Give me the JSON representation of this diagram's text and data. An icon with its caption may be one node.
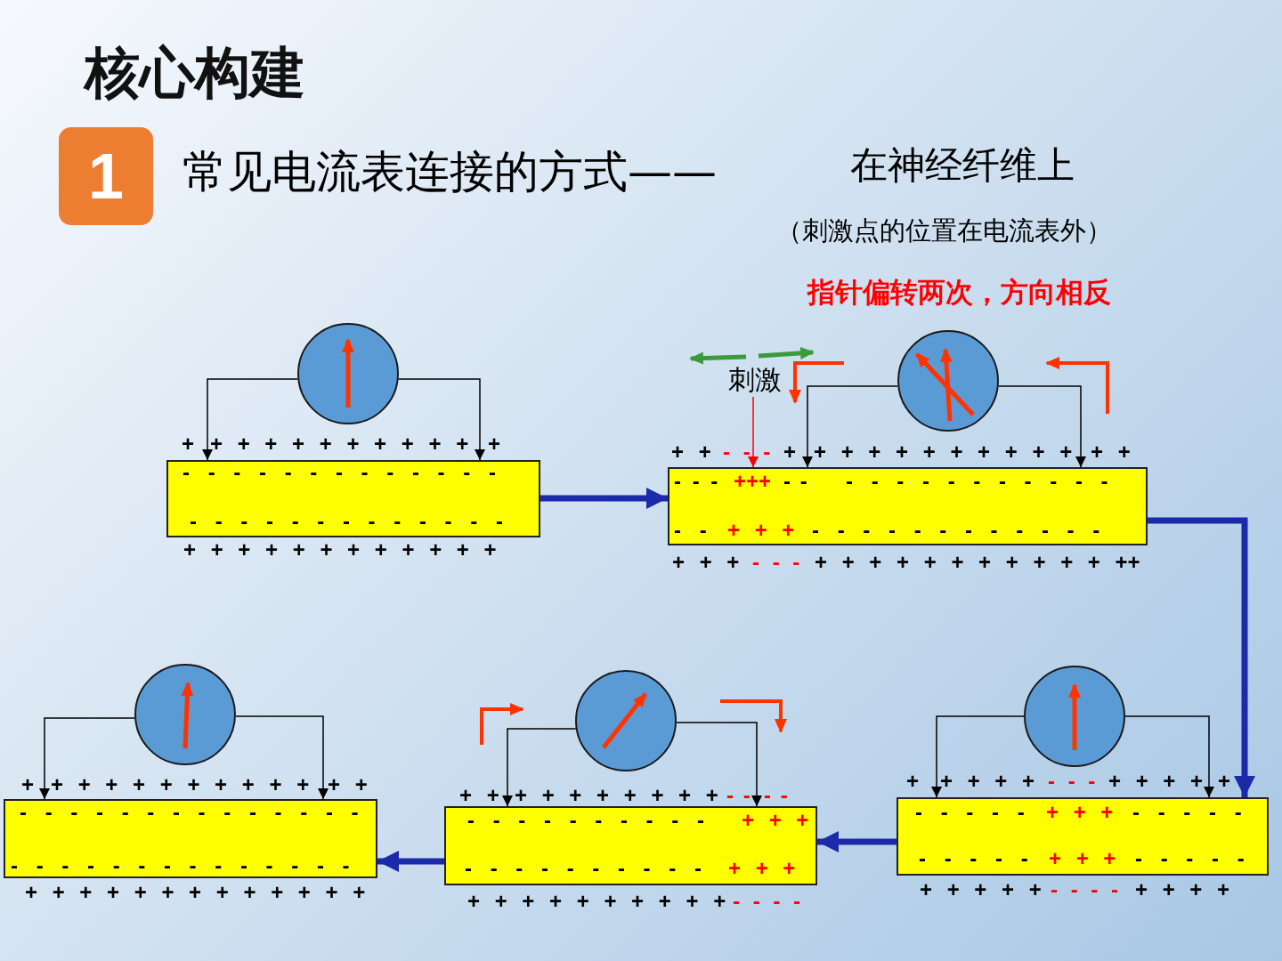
{
  "diagram": {
    "title": "核心构建",
    "nodes": [
      {
        "text": [
          "- - - - - - - - - - - - -",
          "- - - - - - - - - - - - -"
        ],
        "beside": [
          "+",
          "+ + + + + + + + + +",
          "+",
          "+ + + + + + + + + + + +"
        ]
      },
      {
        "text": [],
        "shape": "circle"
      },
      {
        "text": [
          "- - -",
          "+++",
          "- -",
          "- - - - - - - - - - -",
          "- -",
          "+ + +",
          "- - - - - - - - - - - -"
        ],
        "beside": [
          "+ +",
          "- - -",
          "+",
          "+ + + + + + + + + +",
          "+ +",
          "+ + +",
          "- - -",
          "+ + + + + + + + + + + ++"
        ]
      },
      {
        "text": [],
        "shape": "circle"
      },
      {
        "text": [
          "刺激"
        ]
      },
      {
        "text": [
          "- - - - -",
          "+ + +",
          "- - - - -",
          "- - - - -",
          "+ + +",
          "- - - - -"
        ],
        "beside": [
          "+",
          "+ + + +",
          "- - -",
          "+ + + +",
          "+",
          "+ + + + +",
          "- - - -",
          "+ + + +"
        ]
      },
      {
        "text": [],
        "shape": "circle"
      },
      {
        "text": [
          "- - - - - - - - - -",
          "+ + +",
          "- - - - - - - - - -",
          "+ + +"
        ],
        "beside": [
          "+ +",
          "+ + + + + + + +",
          "- -",
          "- -",
          "+ + + + + + + + + +",
          "- - - -"
        ]
      },
      {
        "text": [],
        "shape": "circle"
      },
      {
        "text": [
          "- - - - - - - - - - - - - -",
          "- - - - - - - - - - - - - -"
        ],
        "beside": [
          "+",
          "+ + + + + + + + + +",
          "+ +",
          "+ + + + + + + + + + + + +"
        ]
      },
      {
        "text": [],
        "shape": "circle"
      }
    ],
    "edges": [
      {
        "from": 1,
        "to": 0,
        "arrow": "to"
      },
      {
        "from": 1,
        "to": 0,
        "arrow": "to"
      },
      {
        "from": 3,
        "to": 2,
        "arrow": "to"
      },
      {
        "from": 3,
        "to": 2,
        "arrow": "to"
      },
      {
        "from": 4,
        "to": 2,
        "arrow": "to",
        "color": "#ff0000"
      },
      {
        "from": 6,
        "to": 5,
        "arrow": "to"
      },
      {
        "from": 6,
        "to": 5,
        "arrow": "to"
      },
      {
        "from": 8,
        "to": 7,
        "arrow": "to"
      },
      {
        "from": 8,
        "to": 7,
        "arrow": "to"
      },
      {
        "from": 10,
        "to": 9,
        "arrow": "to"
      },
      {
        "from": 10,
        "to": 9,
        "arrow": "to"
      },
      {
        "from": 0,
        "to": 2,
        "arrow": "to",
        "style": "thick",
        "color": "#1a2aa8"
      },
      {
        "from": 2,
        "to": 5,
        "arrow": "to",
        "style": "thick",
        "color": "#1a2aa8"
      },
      {
        "from": 5,
        "to": 7,
        "arrow": "to",
        "style": "thick",
        "color": "#1a2aa8"
      },
      {
        "from": 7,
        "to": 9,
        "arrow": "to",
        "style": "thick",
        "color": "#1a2aa8"
      }
    ],
    "labels": [
      "1",
      "常见电流表连接的方式——",
      "在神经纤维上",
      "（刺激点的位置在电流表外）",
      "指针偏转两次，方向相反"
    ]
  }
}
